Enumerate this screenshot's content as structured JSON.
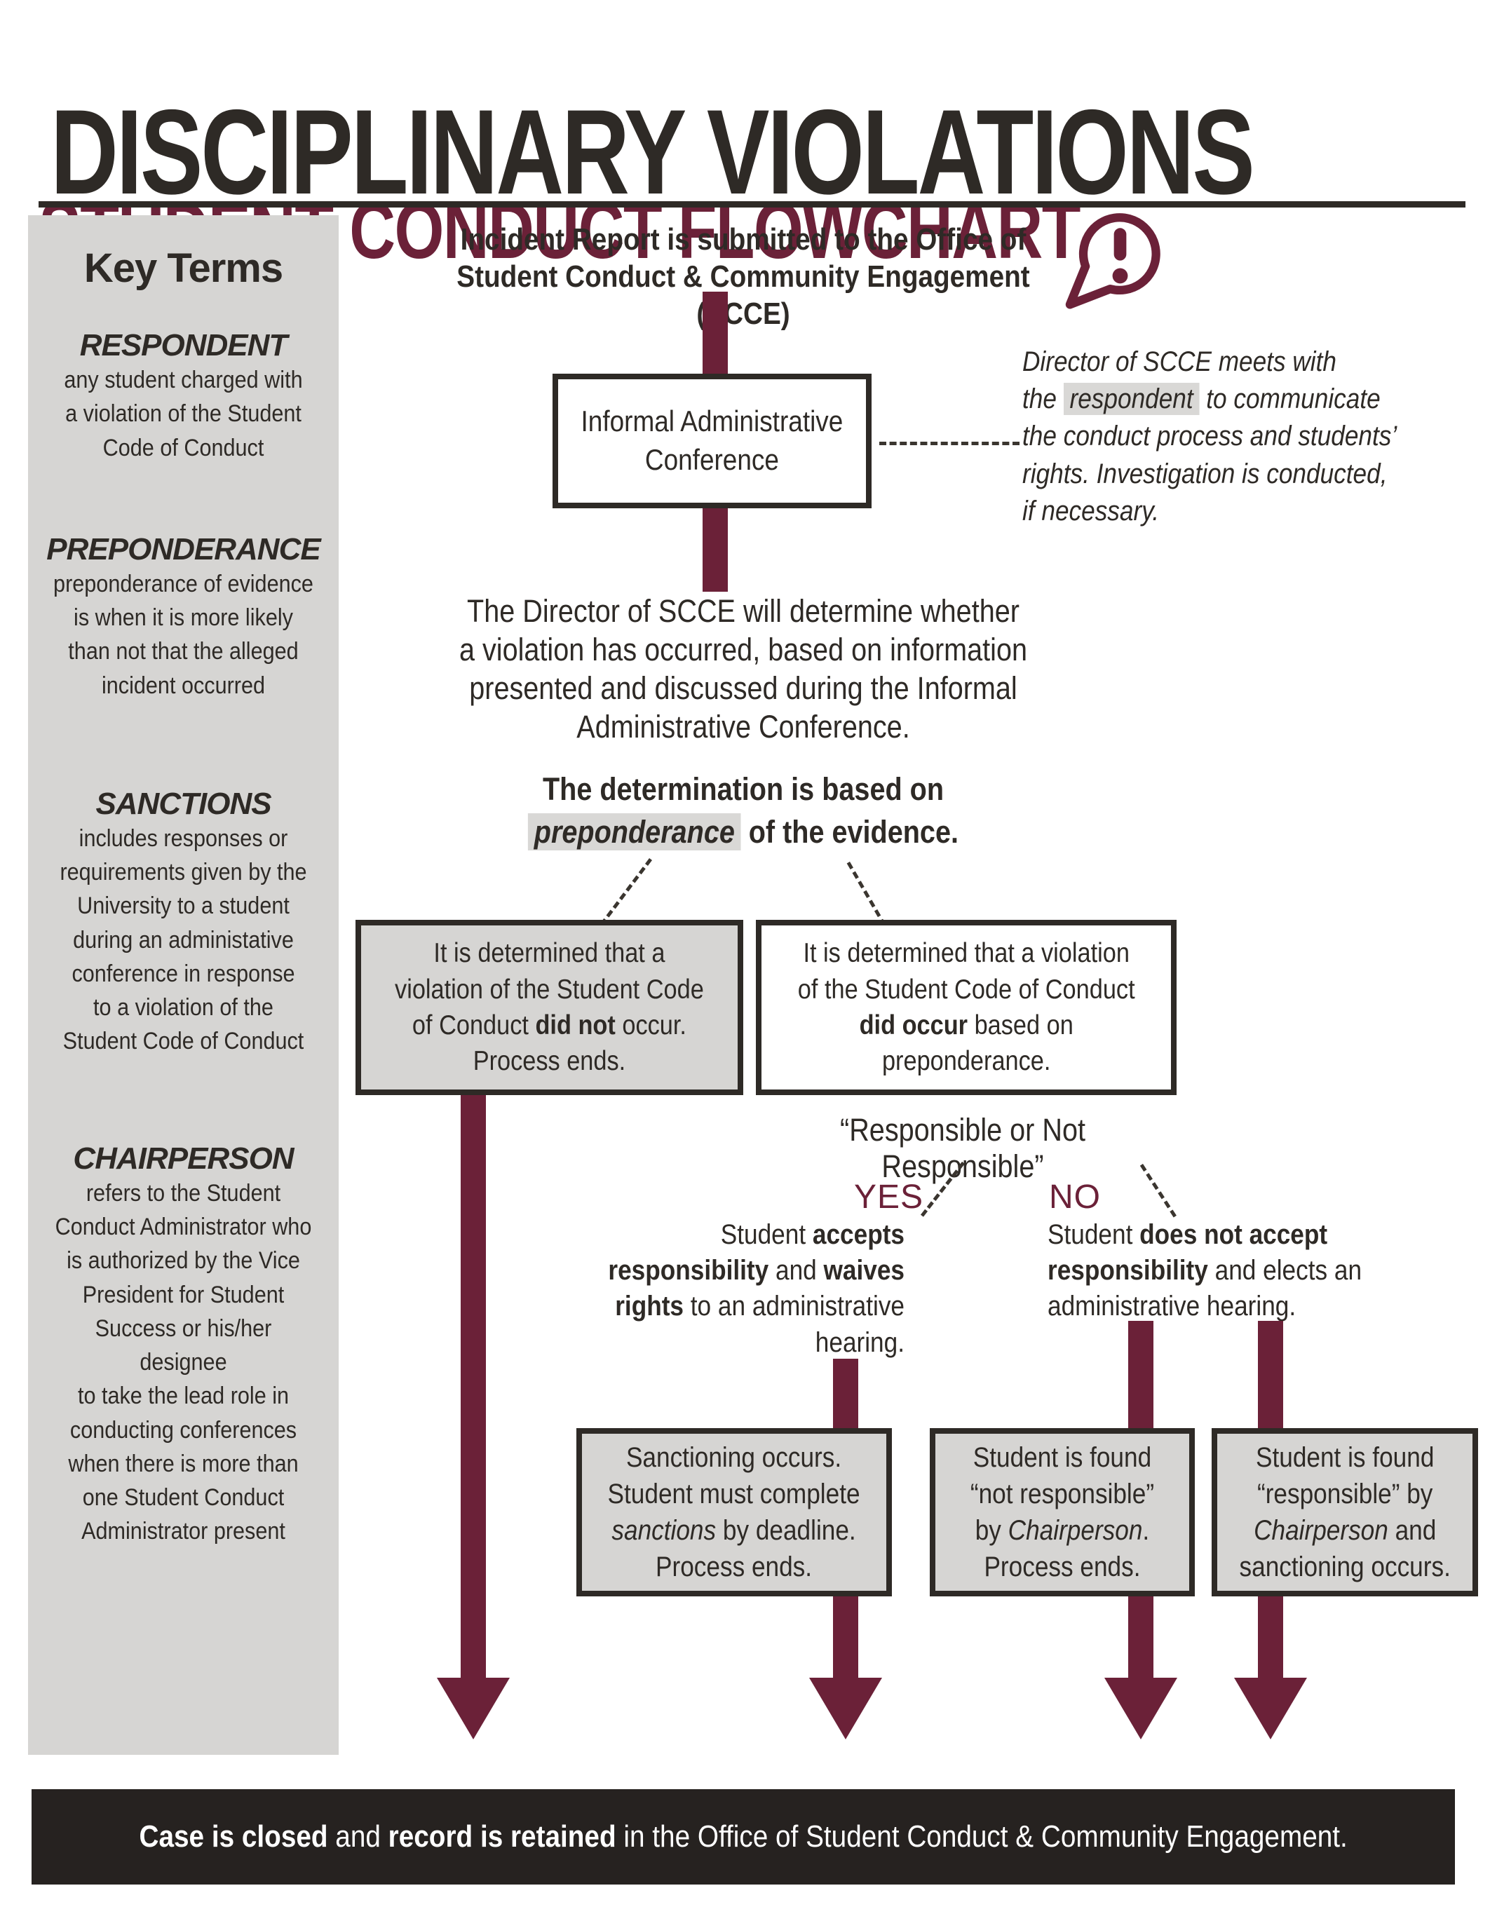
{
  "header": {
    "title": "DISCIPLINARY VIOLATIONS",
    "subtitle": "STUDENT CONDUCT FLOWCHART"
  },
  "key_terms": {
    "heading": "Key Terms",
    "terms": [
      {
        "term": "RESPONDENT",
        "definition_lines": [
          "any student charged with",
          "a violation of the Student",
          "Code of Conduct"
        ]
      },
      {
        "term": "PREPONDERANCE",
        "definition_lines": [
          "preponderance of evidence",
          "is when it is more likely",
          "than not that the alleged",
          "incident occurred"
        ]
      },
      {
        "term": "SANCTIONS",
        "definition_lines": [
          "includes responses or",
          "requirements given by the",
          "University to a student",
          "during an administative",
          "conference in response",
          "to a violation of the",
          "Student Code of Conduct"
        ]
      },
      {
        "term": "CHAIRPERSON",
        "definition_lines": [
          "refers to the Student",
          "Conduct Administrator who",
          "is authorized by the Vice",
          "President for Student",
          "Success or his/her designee",
          "to take the lead role in",
          "conducting conferences",
          "when there is more than",
          "one Student Conduct",
          "Administrator present"
        ]
      }
    ]
  },
  "flow": {
    "incident_lines": [
      "Incident Report is submitted to the Office of",
      "Student Conduct & Community Engagement  (SCCE)"
    ],
    "alert_icon": "exclamation-speech-bubble",
    "informal_box_lines": [
      "Informal Administrative",
      "Conference"
    ],
    "director_note": [
      {
        "t": "Director of SCCE meets with"
      },
      {
        "br": true
      },
      {
        "t": "the "
      },
      {
        "t": "respondent",
        "hl": true
      },
      {
        "t": " to communicate"
      },
      {
        "br": true
      },
      {
        "t": "the conduct process and students’"
      },
      {
        "br": true
      },
      {
        "t": "rights.  Investigation is conducted,"
      },
      {
        "br": true
      },
      {
        "t": "if necessary."
      }
    ],
    "director_determines": [
      {
        "t": "The Director of SCCE will determine whether"
      },
      {
        "br": true
      },
      {
        "t": "a violation has occurred, based on information"
      },
      {
        "br": true
      },
      {
        "t": "presented and discussed during the Informal"
      },
      {
        "br": true
      },
      {
        "t": "Administrative Conference."
      }
    ],
    "determination": [
      {
        "t": "The determination is based on",
        "b": true
      },
      {
        "br": true
      },
      {
        "t": "preponderance",
        "b": true,
        "i": true,
        "hl": true
      },
      {
        "t": " of the evidence.",
        "b": true
      }
    ],
    "did_not_box": [
      {
        "t": "It is determined that a"
      },
      {
        "br": true
      },
      {
        "t": "violation of the Student Code"
      },
      {
        "br": true
      },
      {
        "t": "of Conduct "
      },
      {
        "t": "did not",
        "b": true
      },
      {
        "t": " occur."
      },
      {
        "br": true
      },
      {
        "t": "Process ends."
      }
    ],
    "did_box": [
      {
        "t": "It is determined that a violation"
      },
      {
        "br": true
      },
      {
        "t": "of the Student Code of Conduct"
      },
      {
        "br": true
      },
      {
        "t": "did occur",
        "b": true
      },
      {
        "t": " based on"
      },
      {
        "br": true
      },
      {
        "t": "preponderance."
      }
    ],
    "responsible_question": "“Responsible or Not Responsible”",
    "yes_branch": {
      "label": "YES",
      "text": [
        {
          "t": "Student "
        },
        {
          "t": "accepts",
          "b": true
        },
        {
          "br": true
        },
        {
          "t": "responsibility",
          "b": true
        },
        {
          "t": " and "
        },
        {
          "t": "waives",
          "b": true
        },
        {
          "br": true
        },
        {
          "t": "rights",
          "b": true
        },
        {
          "t": " to an administrative"
        },
        {
          "br": true
        },
        {
          "t": "hearing."
        }
      ]
    },
    "no_branch": {
      "label": "NO",
      "text": [
        {
          "t": "Student "
        },
        {
          "t": "does not accept",
          "b": true
        },
        {
          "br": true
        },
        {
          "t": "responsibility",
          "b": true
        },
        {
          "t": " and elects an"
        },
        {
          "br": true
        },
        {
          "t": "administrative hearing."
        }
      ]
    },
    "sanctioning_box": [
      {
        "t": "Sanctioning occurs."
      },
      {
        "br": true
      },
      {
        "t": "Student must complete"
      },
      {
        "br": true
      },
      {
        "t": "sanctions",
        "i": true
      },
      {
        "t": " by deadline."
      },
      {
        "br": true
      },
      {
        "t": "Process ends."
      }
    ],
    "not_responsible_box": [
      {
        "t": "Student is found"
      },
      {
        "br": true
      },
      {
        "t": "“not responsible”"
      },
      {
        "br": true
      },
      {
        "t": "by "
      },
      {
        "t": "Chairperson",
        "i": true
      },
      {
        "t": "."
      },
      {
        "br": true
      },
      {
        "t": "Process ends."
      }
    ],
    "responsible_box": [
      {
        "t": "Student is found"
      },
      {
        "br": true
      },
      {
        "t": "“responsible” by"
      },
      {
        "br": true
      },
      {
        "t": "Chairperson",
        "i": true
      },
      {
        "t": " and"
      },
      {
        "br": true
      },
      {
        "t": "sanctioning occurs."
      }
    ]
  },
  "footer": {
    "text": [
      {
        "t": "Case is closed",
        "b": true
      },
      {
        "t": " and "
      },
      {
        "t": "record is retained",
        "b": true
      },
      {
        "t": " in the Office of Student Conduct & Community Engagement."
      }
    ]
  },
  "colors": {
    "maroon": "#6b2138",
    "ink": "#2e2a26",
    "panel_gray": "#d6d5d3",
    "highlight_gray": "#d9d8d6",
    "footer_bg": "#262220"
  }
}
